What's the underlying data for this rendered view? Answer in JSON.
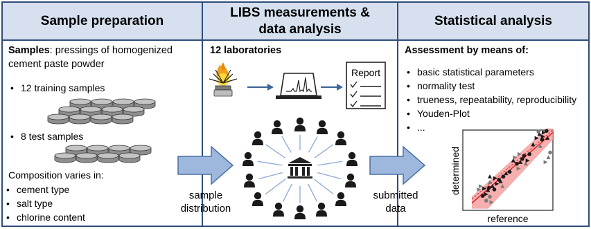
{
  "panels": {
    "prep": {
      "title": "Sample preparation",
      "samples_label": "Samples",
      "samples_text": ": pressings of homogenized",
      "samples_text2": "cement paste powder",
      "training": "12 training samples",
      "test": "8 test samples",
      "composition_title": "Composition varies in:",
      "composition_items": [
        "cement type",
        "salt type",
        "chlorine content"
      ]
    },
    "libs": {
      "title": "LIBS measurements & data analysis",
      "labs": "12 laboratories",
      "report": "Report"
    },
    "stats": {
      "title": "Statistical analysis",
      "assessment": "Assessment by means of:",
      "items": [
        "basic statistical parameters",
        "normality test",
        "trueness, repeatability, reproducibility",
        "Youden-Plot",
        "..."
      ],
      "xlabel": "reference",
      "ylabel": "determined"
    }
  },
  "arrows": {
    "left_label_1": "sample",
    "left_label_2": "distribution",
    "right_label_1": "submitted",
    "right_label_2": "data"
  },
  "colors": {
    "border": "#2e4d7a",
    "header_bg": "#d6e0ee",
    "arrow_fill": "#9db7dd",
    "arrow_stroke": "#4a6fa5",
    "band": "#f4a0a0",
    "line_red": "#d62020",
    "point_dark": "#1a1a1a",
    "point_gray": "#7a7a7a"
  },
  "icons": [
    "flame-icon",
    "spectrum-monitor-icon",
    "report-icon",
    "person-icon",
    "institution-icon",
    "sample-pellet-icon"
  ]
}
